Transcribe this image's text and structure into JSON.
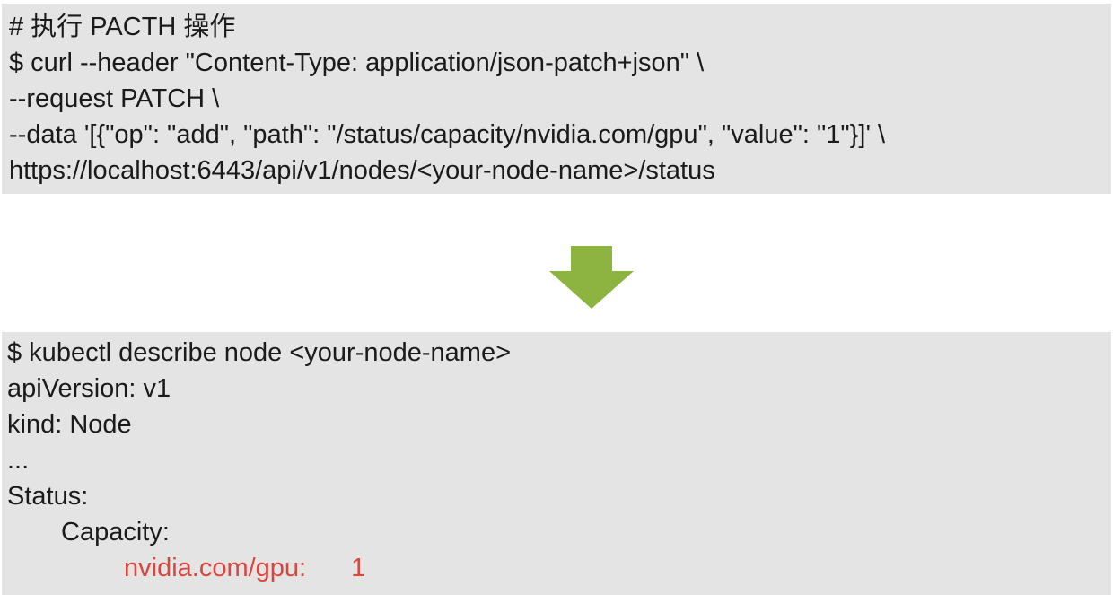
{
  "top_block": {
    "lines": [
      "# 执行 PACTH 操作",
      "$ curl --header \"Content-Type: application/json-patch+json\" \\",
      "--request PATCH \\",
      "--data '[{\"op\": \"add\", \"path\": \"/status/capacity/nvidia.com/gpu\", \"value\": \"1\"}]' \\",
      "https://localhost:6443/api/v1/nodes/<your-node-name>/status"
    ]
  },
  "arrow": {
    "icon": "down-arrow-icon",
    "color": "#8db341"
  },
  "bottom_block": {
    "lines": [
      "$ kubectl describe node <your-node-name>",
      "apiVersion: v1",
      "kind: Node",
      "...",
      "Status:",
      "Capacity:"
    ],
    "capacity_entry": {
      "key": "nvidia.com/gpu:",
      "value": "1",
      "color": "#d9463f"
    }
  },
  "colors": {
    "code_background": "#e4e4e4",
    "text": "#1a1a1a"
  }
}
